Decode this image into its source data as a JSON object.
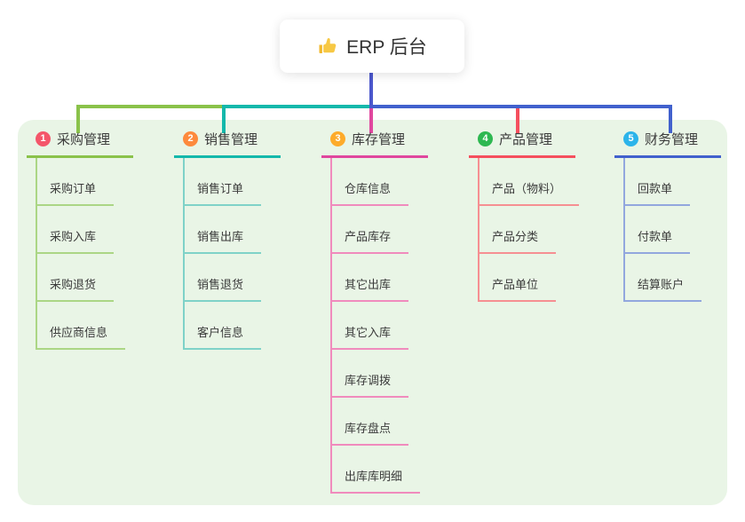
{
  "root": {
    "title": "ERP 后台"
  },
  "palette": {
    "page_bg": "#ffffff",
    "panel_bg": "#e9f5e6",
    "root_connector": "#4b57cc",
    "text": "#3b3b3b",
    "thumb_icon": "#f7c center844"
  },
  "branches": [
    {
      "badge": "1",
      "label": "采购管理",
      "badge_color": "#f4566a",
      "line_color": "#8ac24a",
      "child_line_color": "#abd685",
      "children": [
        "采购订单",
        "采购入库",
        "采购退货",
        "供应商信息"
      ]
    },
    {
      "badge": "2",
      "label": "销售管理",
      "badge_color": "#fd8a3d",
      "line_color": "#14b8ab",
      "child_line_color": "#7fd2c8",
      "children": [
        "销售订单",
        "销售出库",
        "销售退货",
        "客户信息"
      ]
    },
    {
      "badge": "3",
      "label": "库存管理",
      "badge_color": "#fdab2a",
      "line_color": "#e0479e",
      "child_line_color": "#f08bbd",
      "children": [
        "仓库信息",
        "产品库存",
        "其它出库",
        "其它入库",
        "库存调拨",
        "库存盘点",
        "出库库明细"
      ]
    },
    {
      "badge": "4",
      "label": "产品管理",
      "badge_color": "#2eb851",
      "line_color": "#f54f5e",
      "child_line_color": "#f68f92",
      "children": [
        "产品（物料）",
        "产品分类",
        "产品单位"
      ]
    },
    {
      "badge": "5",
      "label": "财务管理",
      "badge_color": "#2cb4ea",
      "line_color": "#4161cd",
      "child_line_color": "#92a7de",
      "children": [
        "回款单",
        "付款单",
        "结算账户"
      ]
    }
  ]
}
